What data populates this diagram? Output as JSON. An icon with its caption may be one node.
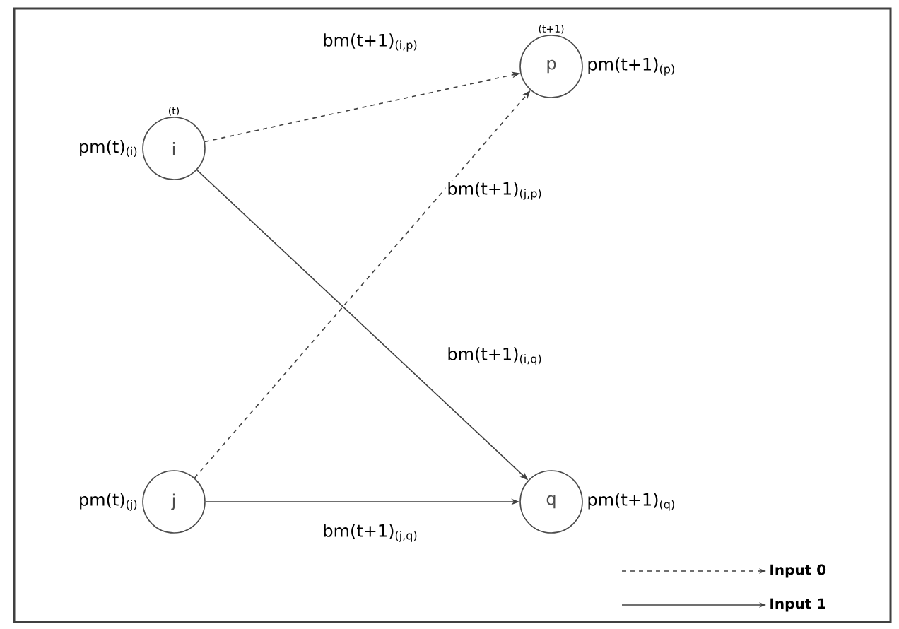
{
  "diagram": {
    "nodes": [
      {
        "text": [
          "i"
        ],
        "beside": [
          "(t)",
          "pm(t)$_{(i)}$"
        ]
      },
      {
        "text": [
          "p"
        ],
        "beside": [
          "(t+1)",
          "pm(t+1)$_{(p)}$"
        ]
      },
      {
        "text": [
          "j"
        ],
        "beside": [
          "pm(t)$_{(j)}$"
        ]
      },
      {
        "text": [
          "q"
        ],
        "beside": [
          "pm(t+1)$_{(q)}$"
        ]
      }
    ],
    "edges": [
      {
        "from": 0,
        "to": 1,
        "arrow": "to",
        "style": "dashed",
        "label": "bm(t+1)$_{(i,p)}$"
      },
      {
        "from": 2,
        "to": 1,
        "arrow": "to",
        "style": "dashed",
        "label": "bm(t+1)$_{(j,p)}$"
      },
      {
        "from": 0,
        "to": 3,
        "arrow": "to",
        "label": "bm(t+1)$_{(i,q)}$"
      },
      {
        "from": 2,
        "to": 3,
        "arrow": "to",
        "label": "bm(t+1)$_{(j,q)}$"
      }
    ],
    "legend": [
      {
        "text": "Input 0"
      },
      {
        "text": "Input 1"
      }
    ]
  }
}
